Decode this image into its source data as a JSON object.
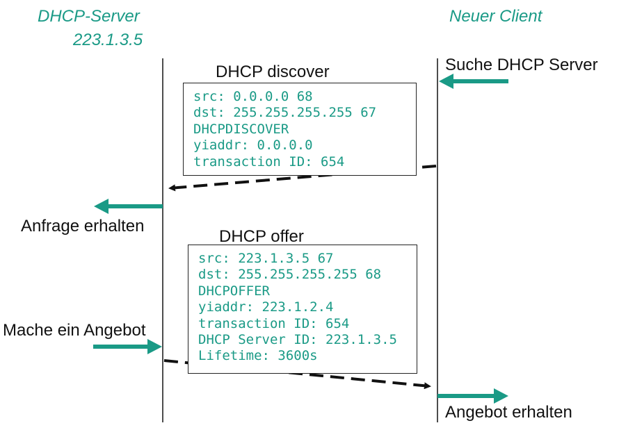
{
  "server": {
    "title": "DHCP-Server",
    "ip": "223.1.3.5"
  },
  "client": {
    "title": "Neuer Client"
  },
  "colors": {
    "accent": "#1a9a86",
    "line": "#111111"
  },
  "labels": {
    "search_server": "Suche DHCP Server",
    "request_received": "Anfrage erhalten",
    "make_offer": "Mache ein Angebot",
    "offer_received": "Angebot erhalten"
  },
  "messages": [
    {
      "title": "DHCP discover",
      "lines": [
        "src: 0.0.0.0 68",
        "dst: 255.255.255.255 67",
        "DHCPDISCOVER",
        "yiaddr: 0.0.0.0",
        "transaction ID: 654"
      ]
    },
    {
      "title": "DHCP offer",
      "lines": [
        "src: 223.1.3.5 67",
        "dst: 255.255.255.255 68",
        "DHCPOFFER",
        "yiaddr: 223.1.2.4",
        "transaction ID: 654",
        "DHCP Server ID: 223.1.3.5",
        "Lifetime: 3600s"
      ]
    }
  ]
}
